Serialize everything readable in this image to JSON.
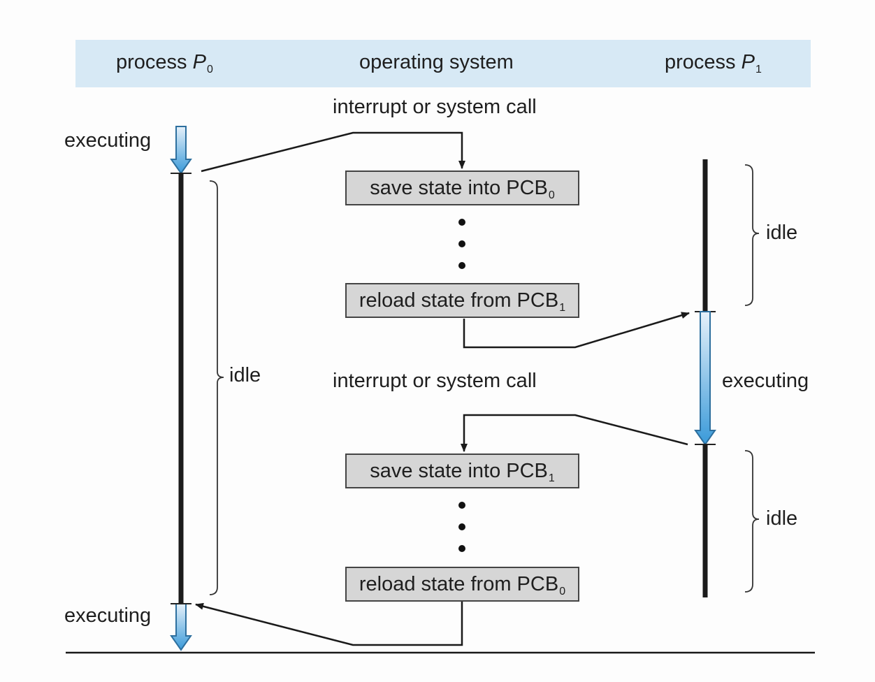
{
  "header": {
    "p0": {
      "label": "process ",
      "var": "P",
      "sub": "0"
    },
    "os": "operating system",
    "p1": {
      "label": "process ",
      "var": "P",
      "sub": "1"
    }
  },
  "labels": {
    "interrupt_top": "interrupt or system call",
    "interrupt_mid": "interrupt or system call",
    "p0_executing_top": "executing",
    "p0_executing_bottom": "executing",
    "p0_idle": "idle",
    "p1_idle_top": "idle",
    "p1_executing": "executing",
    "p1_idle_bottom": "idle"
  },
  "boxes": {
    "save_pcb0": {
      "text": "save state into PCB",
      "sub": "0"
    },
    "reload_pcb1": {
      "text": "reload state from PCB",
      "sub": "1"
    },
    "save_pcb1": {
      "text": "save state into PCB",
      "sub": "1"
    },
    "reload_pcb0": {
      "text": "reload state from PCB",
      "sub": "0"
    }
  },
  "colors": {
    "header_band": "#d7e9f5",
    "box_fill": "#d6d6d6",
    "executing_arrow_top": "#dcecf8",
    "executing_arrow_bottom": "#3a9ad9"
  }
}
